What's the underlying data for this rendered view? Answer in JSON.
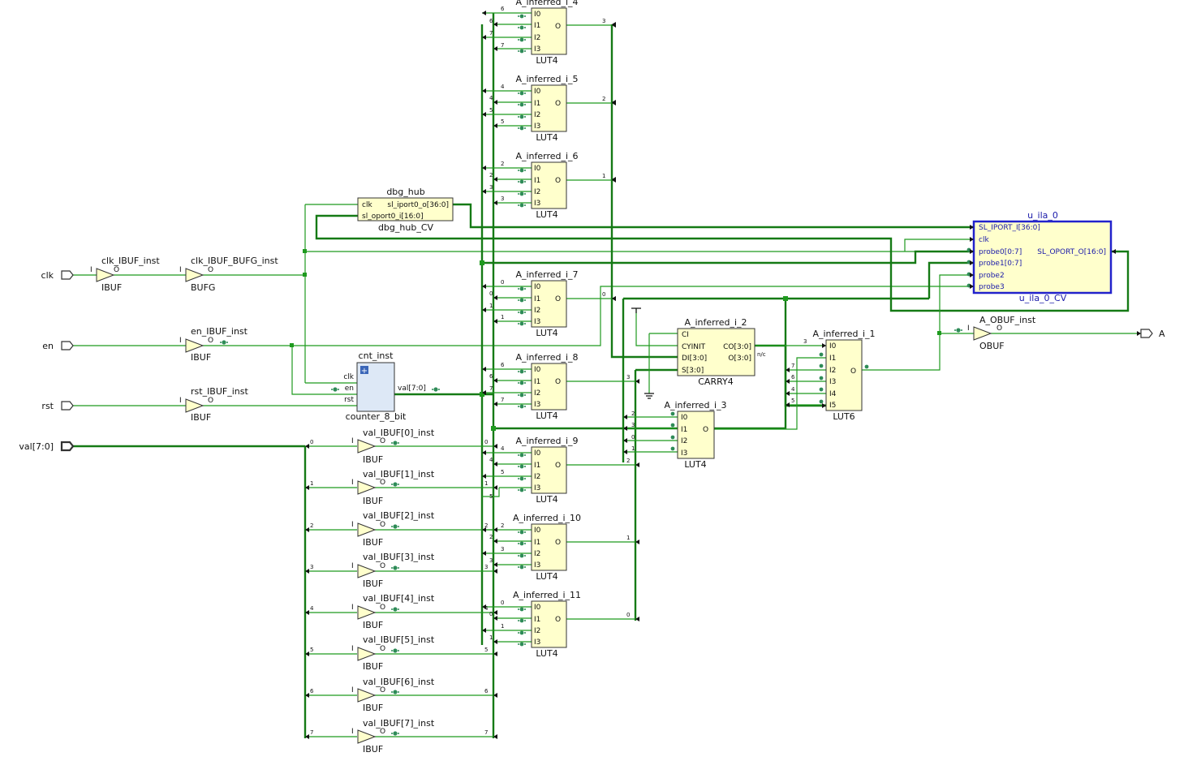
{
  "ports": [
    {
      "name": "clk"
    },
    {
      "name": "en"
    },
    {
      "name": "rst"
    },
    {
      "name": "val[7:0]"
    },
    {
      "name": "A"
    }
  ],
  "buffers": [
    {
      "inst": "clk_IBUF_inst",
      "type": "IBUF"
    },
    {
      "inst": "clk_IBUF_BUFG_inst",
      "type": "BUFG"
    },
    {
      "inst": "en_IBUF_inst",
      "type": "IBUF"
    },
    {
      "inst": "rst_IBUF_inst",
      "type": "IBUF"
    },
    {
      "inst": "val_IBUF[0]_inst",
      "type": "IBUF"
    },
    {
      "inst": "val_IBUF[1]_inst",
      "type": "IBUF"
    },
    {
      "inst": "val_IBUF[2]_inst",
      "type": "IBUF"
    },
    {
      "inst": "val_IBUF[3]_inst",
      "type": "IBUF"
    },
    {
      "inst": "val_IBUF[4]_inst",
      "type": "IBUF"
    },
    {
      "inst": "val_IBUF[5]_inst",
      "type": "IBUF"
    },
    {
      "inst": "val_IBUF[6]_inst",
      "type": "IBUF"
    },
    {
      "inst": "val_IBUF[7]_inst",
      "type": "IBUF"
    },
    {
      "inst": "A_OBUF_inst",
      "type": "OBUF"
    }
  ],
  "buffer_pins": {
    "in": "I",
    "out": "O"
  },
  "bus_indices": [
    "0",
    "1",
    "2",
    "3",
    "4",
    "5",
    "6",
    "7"
  ],
  "luts": [
    {
      "inst": "A_inferred_i_4",
      "type": "LUT4",
      "inputs": [
        "6",
        "6",
        "7",
        "7"
      ],
      "out": "3"
    },
    {
      "inst": "A_inferred_i_5",
      "type": "LUT4",
      "inputs": [
        "4",
        "4",
        "5",
        "5"
      ],
      "out": "2"
    },
    {
      "inst": "A_inferred_i_6",
      "type": "LUT4",
      "inputs": [
        "2",
        "2",
        "3",
        "3"
      ],
      "out": "1"
    },
    {
      "inst": "A_inferred_i_7",
      "type": "LUT4",
      "inputs": [
        "0",
        "0",
        "1",
        "1"
      ],
      "out": "0"
    },
    {
      "inst": "A_inferred_i_8",
      "type": "LUT4",
      "inputs": [
        "6",
        "6",
        "7",
        "7"
      ],
      "out": "3"
    },
    {
      "inst": "A_inferred_i_9",
      "type": "LUT4",
      "inputs": [
        "4",
        "4",
        "5",
        "5"
      ],
      "out": "2"
    },
    {
      "inst": "A_inferred_i_10",
      "type": "LUT4",
      "inputs": [
        "2",
        "2",
        "3",
        "3"
      ],
      "out": "1"
    },
    {
      "inst": "A_inferred_i_11",
      "type": "LUT4",
      "inputs": [
        "0",
        "0",
        "1",
        "1"
      ],
      "out": "0"
    },
    {
      "inst": "A_inferred_i_3",
      "type": "LUT4",
      "inputs": [
        "2",
        "3",
        "0",
        "1"
      ],
      "out": ""
    }
  ],
  "lut_pins": [
    "I0",
    "I1",
    "I2",
    "I3"
  ],
  "lut_out_pin": "O",
  "lut6": {
    "inst": "A_inferred_i_1",
    "type": "LUT6",
    "pins": [
      "I0",
      "I1",
      "I2",
      "I3",
      "I4",
      "I5"
    ],
    "inputs": [
      "3",
      "",
      "7",
      "6",
      "4",
      "5"
    ],
    "out_pin": "O"
  },
  "carry": {
    "inst": "A_inferred_i_2",
    "type": "CARRY4",
    "pins_in": [
      "CI",
      "CYINIT",
      "DI[3:0]",
      "S[3:0]"
    ],
    "pins_out": [
      "CO[3:0]",
      "O[3:0]"
    ],
    "co_index": "3",
    "nc": "n/c"
  },
  "dbg_hub": {
    "inst": "dbg_hub",
    "type": "dbg_hub_CV",
    "pins_in": [
      "clk",
      "sl_oport0_i[16:0]"
    ],
    "pins_out": [
      "sl_iport0_o[36:0]"
    ]
  },
  "counter": {
    "inst": "cnt_inst",
    "type": "counter_8_bit",
    "pins_in": [
      "clk",
      "en",
      "rst"
    ],
    "pin_out": "val[7:0]",
    "expand": "+"
  },
  "ila": {
    "inst": "u_ila_0",
    "type": "u_ila_0_CV",
    "pins_in": [
      "SL_IPORT_I[36:0]",
      "clk",
      "probe0[0:7]",
      "probe1[0:7]",
      "probe2",
      "probe3"
    ],
    "pin_out": "SL_OPORT_O[16:0]"
  },
  "colors": {
    "wire": "#1e9a1e",
    "bus": "#157a15",
    "block": "#ffffcc",
    "ila_border": "#2222cc",
    "counter": "#dde8f6"
  }
}
